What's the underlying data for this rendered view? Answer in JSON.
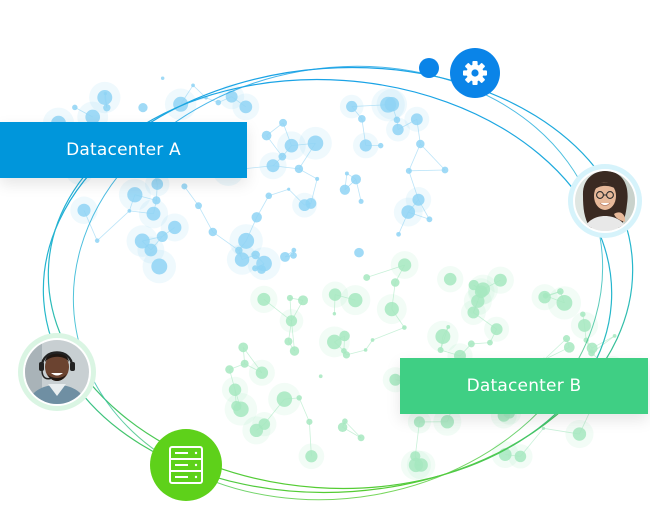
{
  "diagram": {
    "datacenter_a": {
      "label": "Datacenter A"
    },
    "datacenter_b": {
      "label": "Datacenter B"
    },
    "nodes": [
      {
        "kind": "settings",
        "icon": "gear-icon"
      },
      {
        "kind": "person",
        "icon": "woman-with-glasses-avatar"
      },
      {
        "kind": "person",
        "icon": "man-with-headset-avatar"
      },
      {
        "kind": "storage",
        "icon": "server-rack-icon"
      }
    ],
    "colors": {
      "blue": "#0096db",
      "dark_blue": "#0a84e8",
      "green": "#3fcf84",
      "lime": "#5ed11a",
      "network_blue": "#8fd3f4",
      "network_green": "#a6e8c0"
    }
  }
}
